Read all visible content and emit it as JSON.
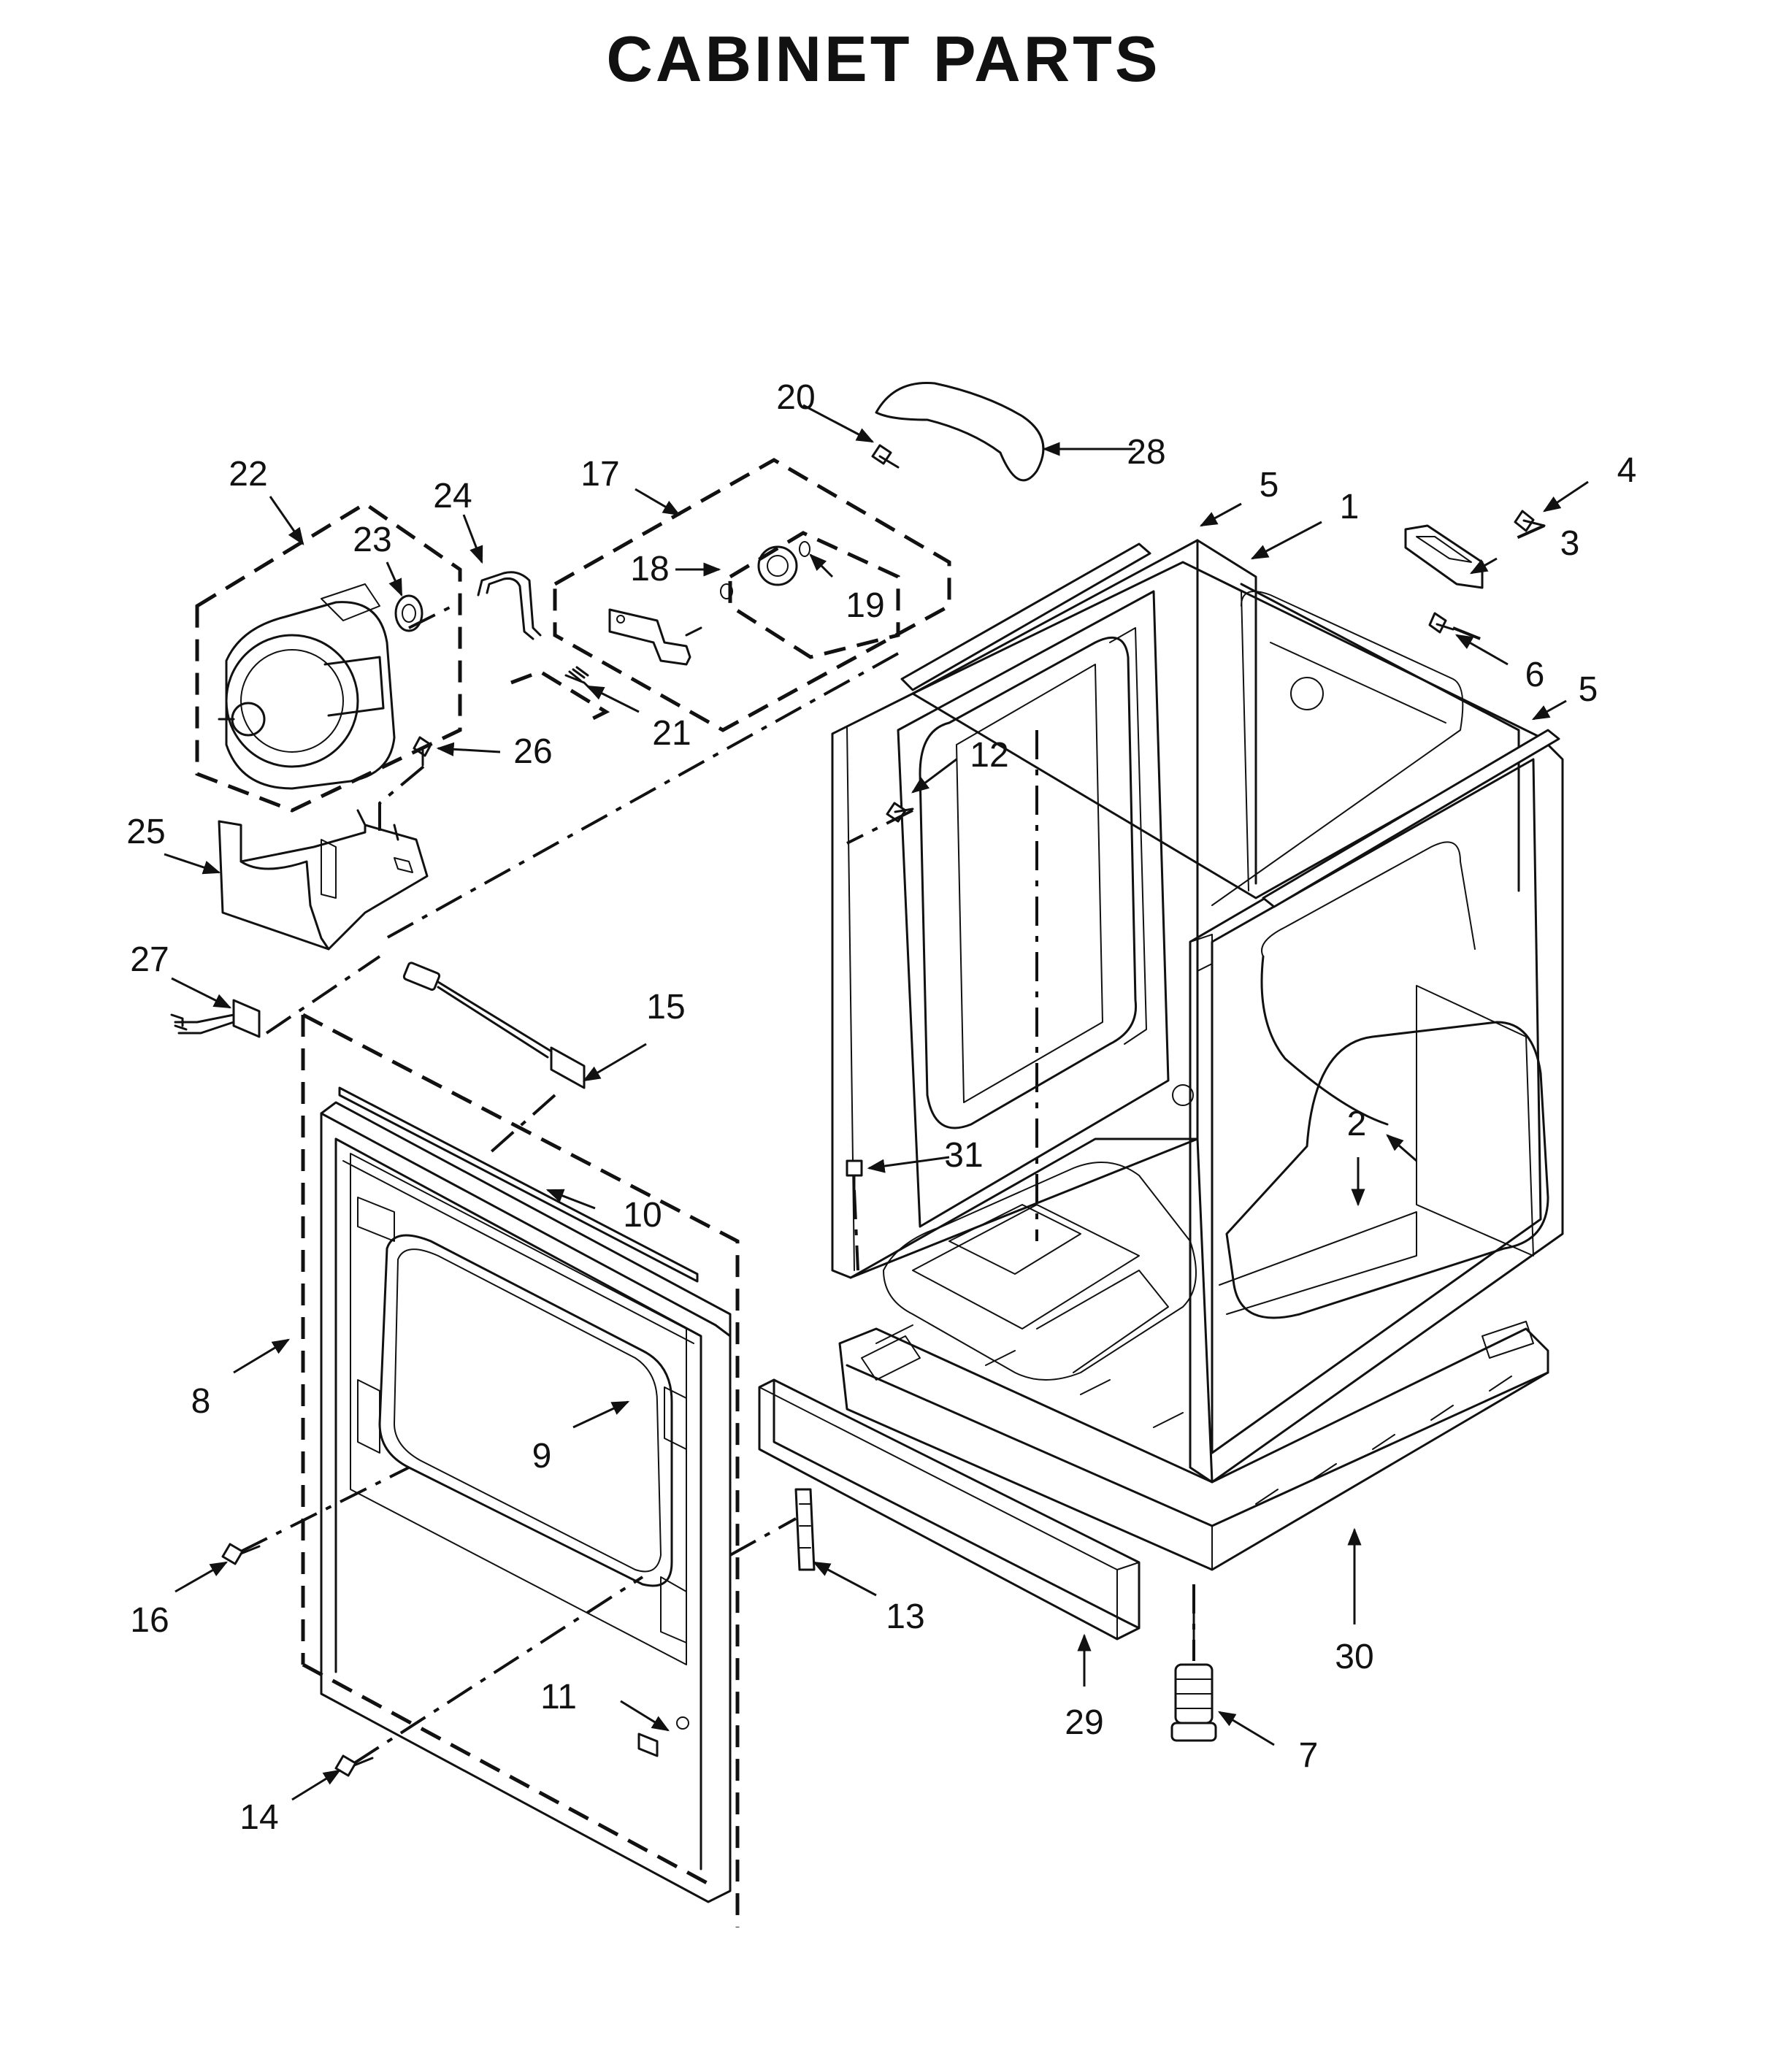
{
  "title": "CABINET PARTS",
  "callouts": [
    "1",
    "2",
    "3",
    "4",
    "5",
    "5",
    "6",
    "7",
    "8",
    "9",
    "10",
    "11",
    "12",
    "13",
    "14",
    "15",
    "16",
    "17",
    "18",
    "19",
    "20",
    "21",
    "22",
    "23",
    "24",
    "25",
    "26",
    "27",
    "28",
    "29",
    "30",
    "31"
  ]
}
